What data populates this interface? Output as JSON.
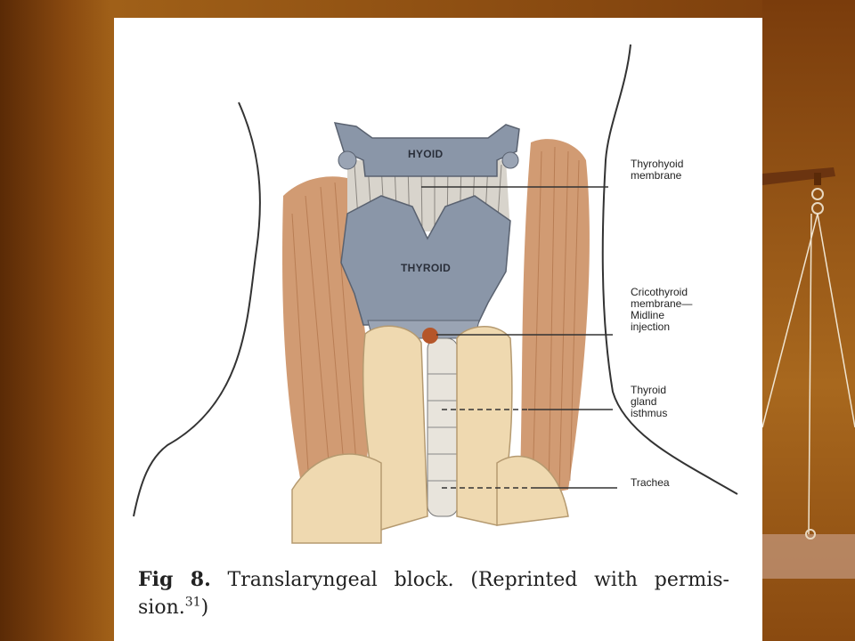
{
  "figure": {
    "bones": {
      "hyoid": "HYOID",
      "thyroid": "THYROID"
    },
    "labels": {
      "thyrohyoid": [
        "Thyrohyoid",
        "membrane"
      ],
      "cricothyroid": [
        "Cricothyroid",
        "membrane—",
        "Midline",
        "injection"
      ],
      "isthmus": [
        "Thyroid",
        "gland",
        "isthmus"
      ],
      "trachea": [
        "Trachea"
      ]
    },
    "caption": {
      "fig": "Fig 8.",
      "text": " Translaryngeal block. (Reprinted with permis-sion.",
      "ref": "31",
      "close": ")"
    }
  },
  "colors": {
    "cartilage": "#8a96a8",
    "muscle": "#c98a5a",
    "skin": "#efd9b0",
    "injection": "#b5562a"
  }
}
